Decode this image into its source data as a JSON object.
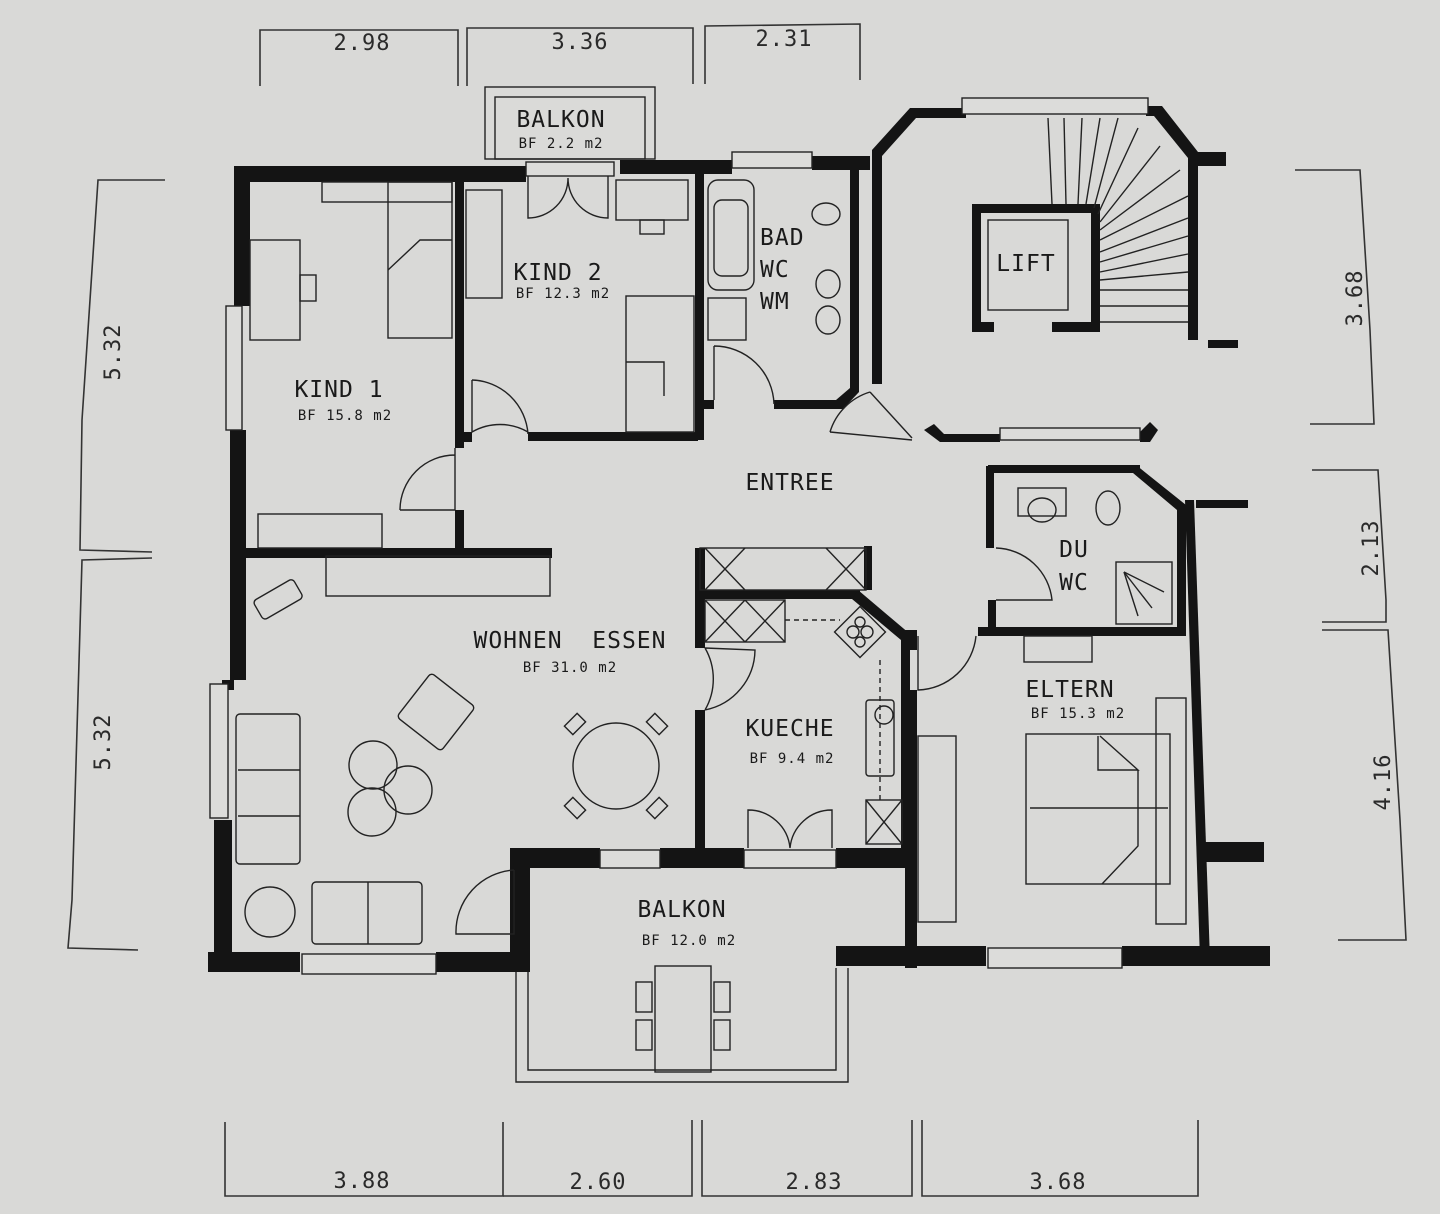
{
  "plan": {
    "background": "#d9d9d7",
    "wall_color": "#141414",
    "unit": "m"
  },
  "rooms": {
    "kind1": {
      "name": "KIND 1",
      "area": "BF 15.8 m2"
    },
    "kind2": {
      "name": "KIND 2",
      "area": "BF 12.3 m2"
    },
    "bad": {
      "line1": "BAD",
      "line2": "WC",
      "line3": "WM"
    },
    "lift": {
      "name": "LIFT"
    },
    "entree": {
      "name": "ENTREE"
    },
    "du_wc": {
      "line1": "DU",
      "line2": "WC"
    },
    "wohnen_essen": {
      "name": "WOHNEN  ESSEN",
      "area": "BF 31.0 m2"
    },
    "kueche": {
      "name": "KUECHE",
      "area": "BF 9.4 m2"
    },
    "eltern": {
      "name": "ELTERN",
      "area": "BF 15.3 m2"
    },
    "balkon_north": {
      "name": "BALKON",
      "area": "BF 2.2 m2"
    },
    "balkon_south": {
      "name": "BALKON",
      "area": "BF 12.0 m2"
    }
  },
  "dimensions": {
    "top": [
      "2.98",
      "3.36",
      "2.31"
    ],
    "bottom": [
      "3.88",
      "2.60",
      "2.83",
      "3.68"
    ],
    "left": [
      "5.32",
      "5.32"
    ],
    "right": [
      "3.68",
      "2.13",
      "4.16"
    ]
  }
}
